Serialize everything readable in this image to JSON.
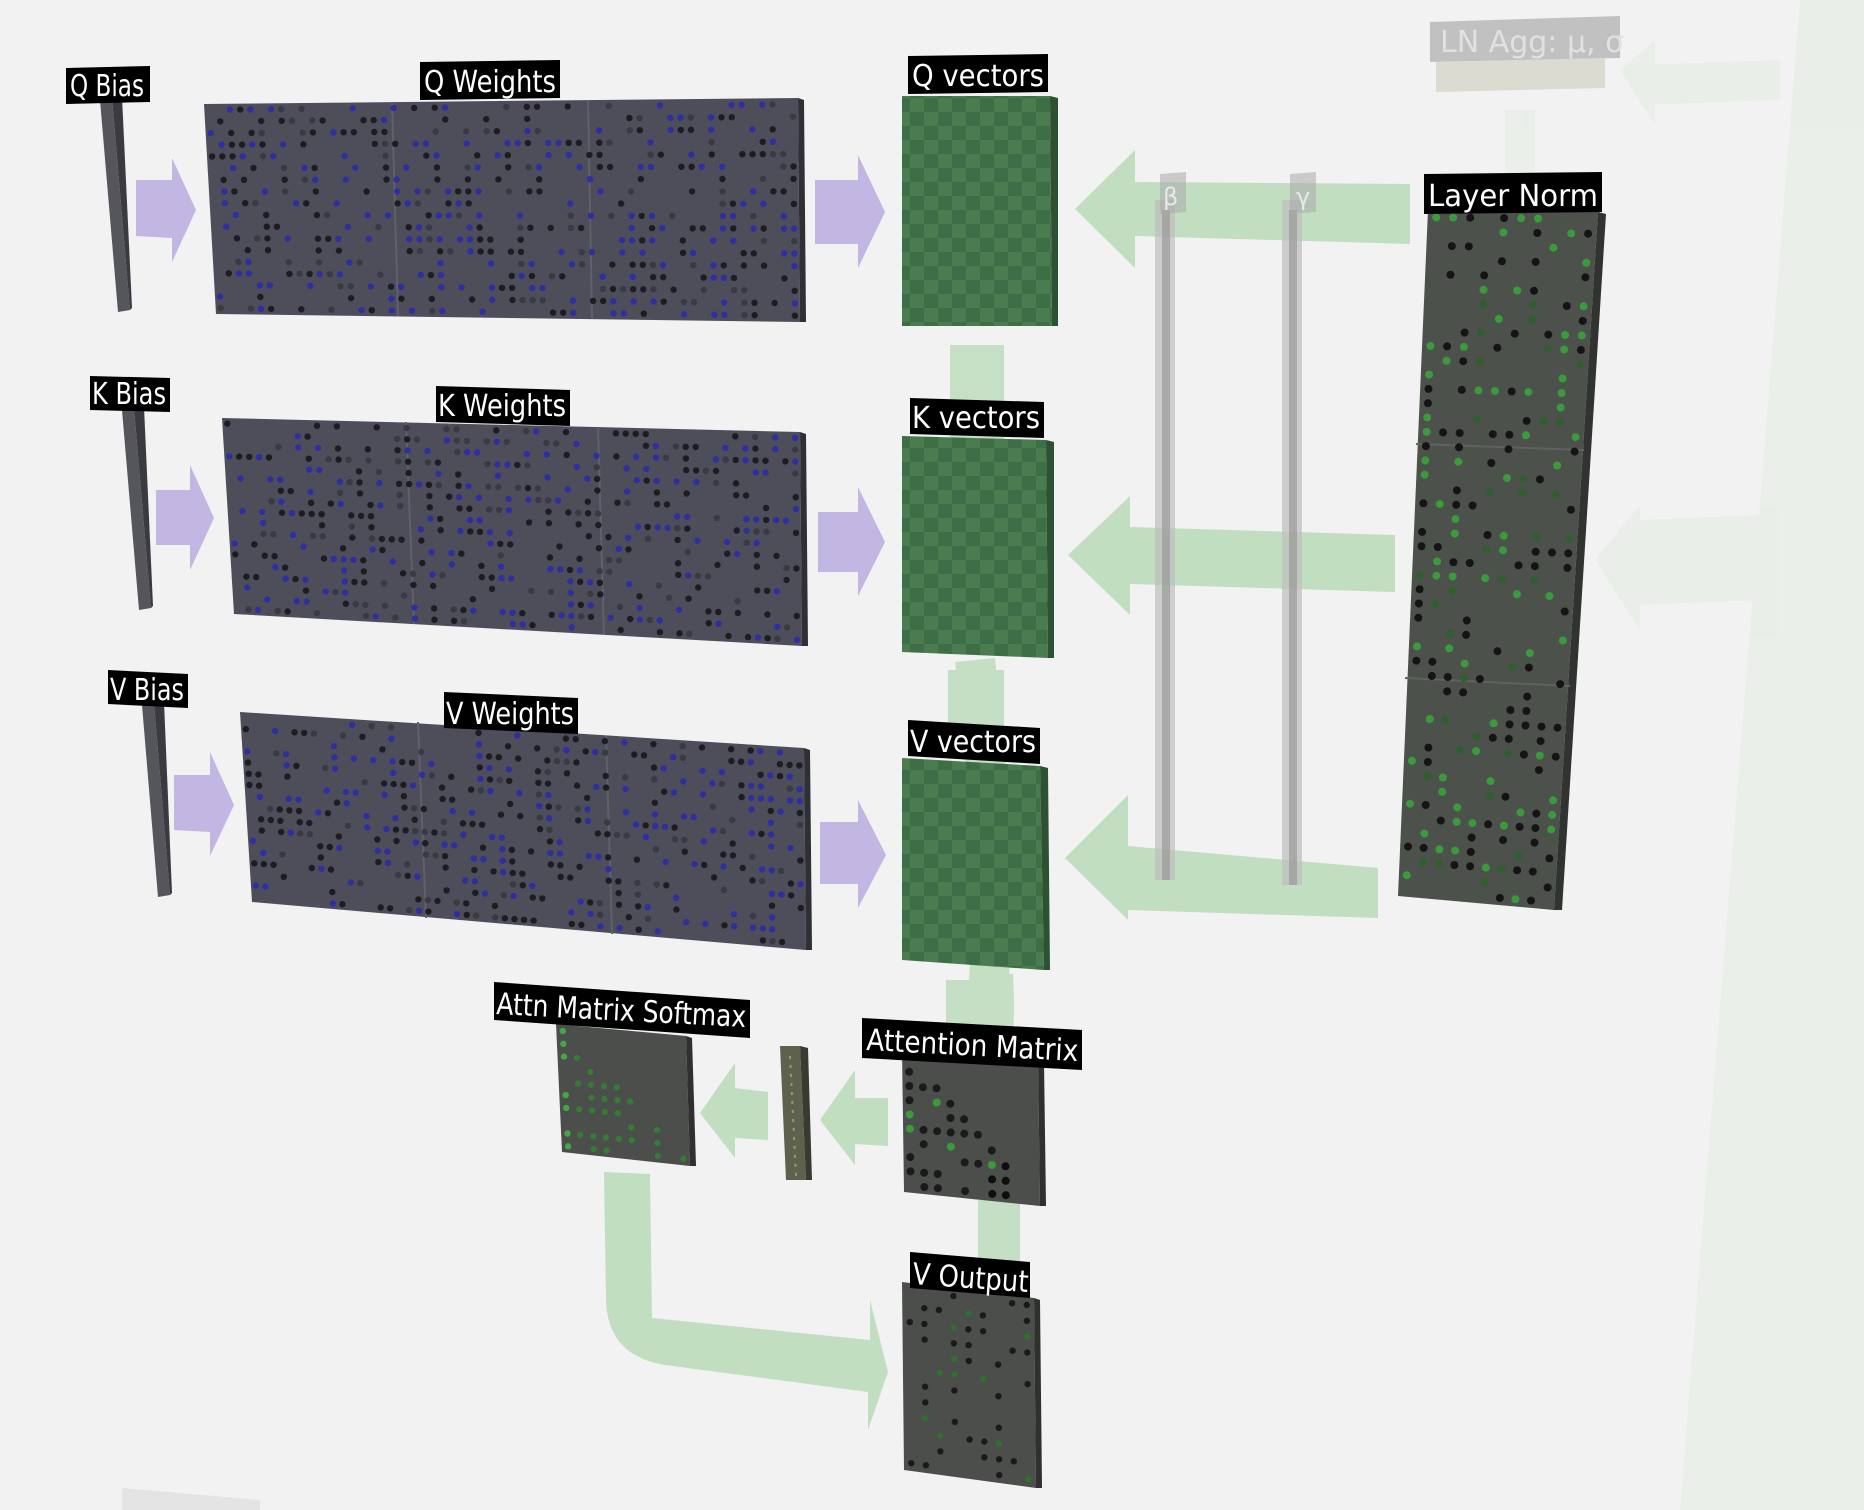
{
  "diagram": {
    "labels": {
      "q_bias": "Q Bias",
      "q_weights": "Q Weights",
      "q_vectors": "Q vectors",
      "k_bias": "K Bias",
      "k_weights": "K Weights",
      "k_vectors": "K vectors",
      "v_bias": "V Bias",
      "v_weights": "V Weights",
      "v_vectors": "V vectors",
      "layer_norm": "Layer Norm",
      "ln_agg": "LN Agg: μ, σ",
      "beta": "β",
      "gamma": "γ",
      "attn_matrix": "Attention Matrix",
      "attn_softmax": "Attn Matrix Softmax",
      "v_output": "V Output"
    },
    "colors": {
      "background": "#f2f2f2",
      "weight_block": "#4e4e5a",
      "vector_block": "#3f6f46",
      "layer_norm_block": "#4c514c",
      "attention_block": "#4b4e4b",
      "label_bg": "#000000",
      "label_text": "#ffffff",
      "weight_arrow": "#c2b6e3",
      "data_flow": "#b9dbb9",
      "bias_bar": "#55555c",
      "weight_dot": "#2f2fa0",
      "ln_dot": "#3b9a3b"
    }
  }
}
